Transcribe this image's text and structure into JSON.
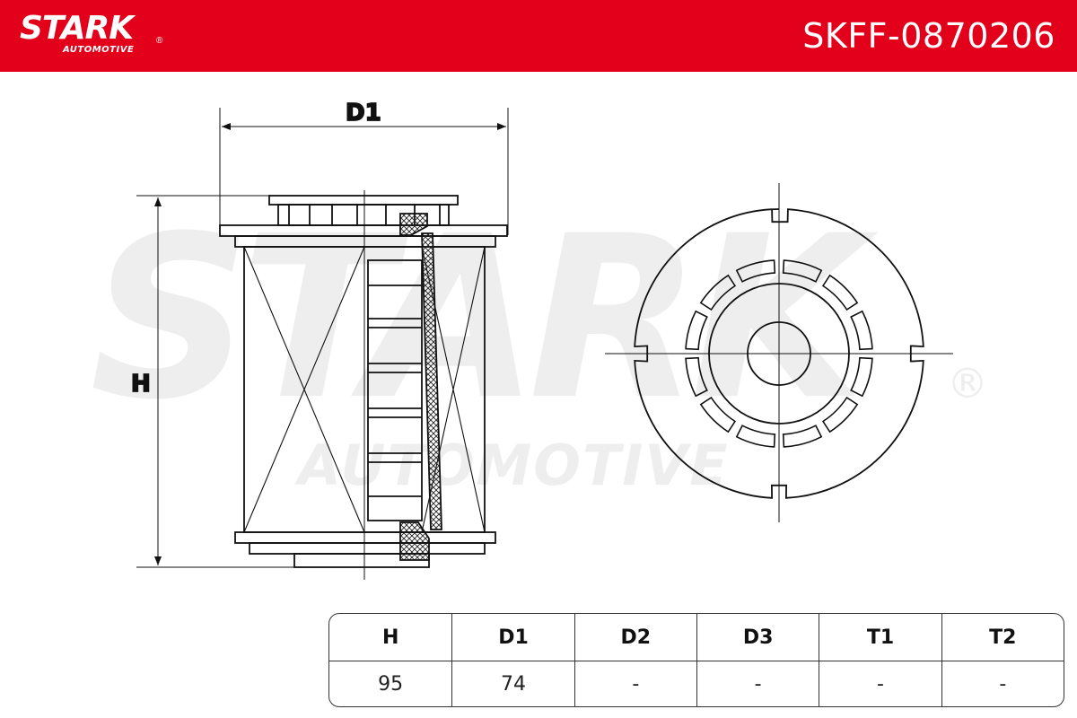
{
  "header": {
    "brand": "STARK",
    "brand_sub": "AUTOMOTIVE",
    "registered": "®",
    "part_number": "SKFF-0870206",
    "bg_color": "#e2001a"
  },
  "watermark": {
    "brand": "STARK",
    "brand_sub": "AUTOMOTIVE",
    "registered": "®"
  },
  "drawing": {
    "dim_d1_label": "D1",
    "dim_h_label": "H"
  },
  "specs": {
    "headers": [
      "H",
      "D1",
      "D2",
      "D3",
      "T1",
      "T2"
    ],
    "values": [
      "95",
      "74",
      "-",
      "-",
      "-",
      "-"
    ]
  }
}
